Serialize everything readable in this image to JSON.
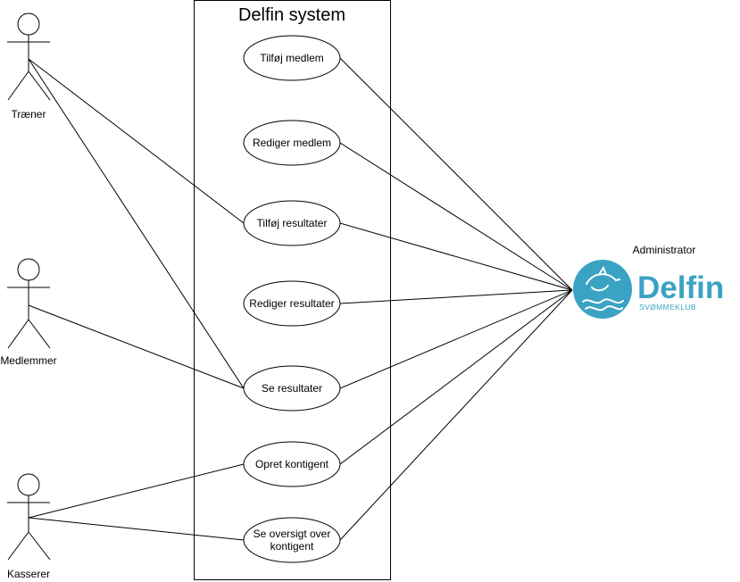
{
  "system": {
    "title": "Delfin system"
  },
  "actors": {
    "traener": {
      "label": "Træner"
    },
    "medlemmer": {
      "label": "Medlemmer"
    },
    "kasserer": {
      "label": "Kasserer"
    },
    "administrator": {
      "label": "Administrator"
    }
  },
  "use_cases": [
    {
      "lines": [
        "Tilføj medlem"
      ]
    },
    {
      "lines": [
        "Rediger medlem"
      ]
    },
    {
      "lines": [
        "Tilføj resultater"
      ]
    },
    {
      "lines": [
        "Rediger resultater"
      ]
    },
    {
      "lines": [
        "Se resultater"
      ]
    },
    {
      "lines": [
        "Opret kontigent"
      ]
    },
    {
      "lines": [
        "Se oversigt over",
        "kontigent"
      ]
    }
  ],
  "logo": {
    "name": "Delfin",
    "tagline": "SVØMMEKLUB",
    "brand_color": "#3aa3c4",
    "icon": "dolphin-icon"
  },
  "associations": [
    {
      "from": "traener",
      "to": 2
    },
    {
      "from": "traener",
      "to": 4
    },
    {
      "from": "medlemmer",
      "to": 4
    },
    {
      "from": "kasserer",
      "to": 5
    },
    {
      "from": "kasserer",
      "to": 6
    },
    {
      "from": "administrator",
      "to": 0
    },
    {
      "from": "administrator",
      "to": 1
    },
    {
      "from": "administrator",
      "to": 2
    },
    {
      "from": "administrator",
      "to": 3
    },
    {
      "from": "administrator",
      "to": 4
    },
    {
      "from": "administrator",
      "to": 5
    },
    {
      "from": "administrator",
      "to": 6
    }
  ]
}
